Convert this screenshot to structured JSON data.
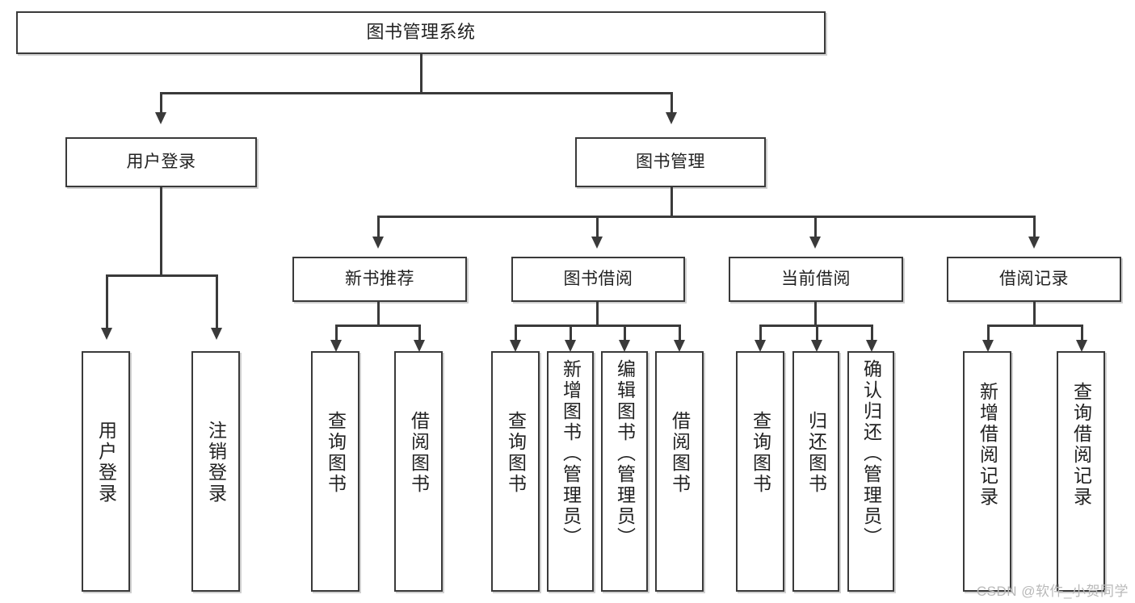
{
  "diagram": {
    "title": "图书管理系统",
    "type": "hierarchy-tree",
    "root": {
      "id": "root",
      "label": "图书管理系统"
    },
    "level1": [
      {
        "id": "user-login",
        "label": "用户登录"
      },
      {
        "id": "book-manage",
        "label": "图书管理"
      }
    ],
    "level2": [
      {
        "id": "new-book-rec",
        "label": "新书推荐",
        "parent": "book-manage"
      },
      {
        "id": "book-borrow",
        "label": "图书借阅",
        "parent": "book-manage"
      },
      {
        "id": "current-borrow",
        "label": "当前借阅",
        "parent": "book-manage"
      },
      {
        "id": "borrow-record",
        "label": "借阅记录",
        "parent": "book-manage"
      }
    ],
    "leaves": [
      {
        "id": "leaf-user-login",
        "label": "用户登录",
        "parent": "user-login"
      },
      {
        "id": "leaf-user-logout",
        "label": "注销登录",
        "parent": "user-login"
      },
      {
        "id": "leaf-query-book-1",
        "label": "查询图书",
        "parent": "new-book-rec"
      },
      {
        "id": "leaf-borrow-book-1",
        "label": "借阅图书",
        "parent": "new-book-rec"
      },
      {
        "id": "leaf-query-book-2",
        "label": "查询图书",
        "parent": "book-borrow"
      },
      {
        "id": "leaf-add-book",
        "label": "新增图书（管理员）",
        "parent": "book-borrow"
      },
      {
        "id": "leaf-edit-book",
        "label": "编辑图书（管理员）",
        "parent": "book-borrow"
      },
      {
        "id": "leaf-borrow-book-2",
        "label": "借阅图书",
        "parent": "book-borrow"
      },
      {
        "id": "leaf-query-book-3",
        "label": "查询图书",
        "parent": "current-borrow"
      },
      {
        "id": "leaf-return-book",
        "label": "归还图书",
        "parent": "current-borrow"
      },
      {
        "id": "leaf-confirm-return",
        "label": "确认归还（管理员）",
        "parent": "current-borrow"
      },
      {
        "id": "leaf-add-record",
        "label": "新增借阅记录",
        "parent": "borrow-record"
      },
      {
        "id": "leaf-query-record",
        "label": "查询借阅记录",
        "parent": "borrow-record"
      }
    ]
  },
  "watermark": {
    "text": "CSDN @软件_小贺同学"
  },
  "colors": {
    "stroke": "#3a3a3a",
    "fill": "#ffffff",
    "text": "#222222",
    "watermark": "#b9b9b9",
    "shadow": "#aaaaaa"
  }
}
